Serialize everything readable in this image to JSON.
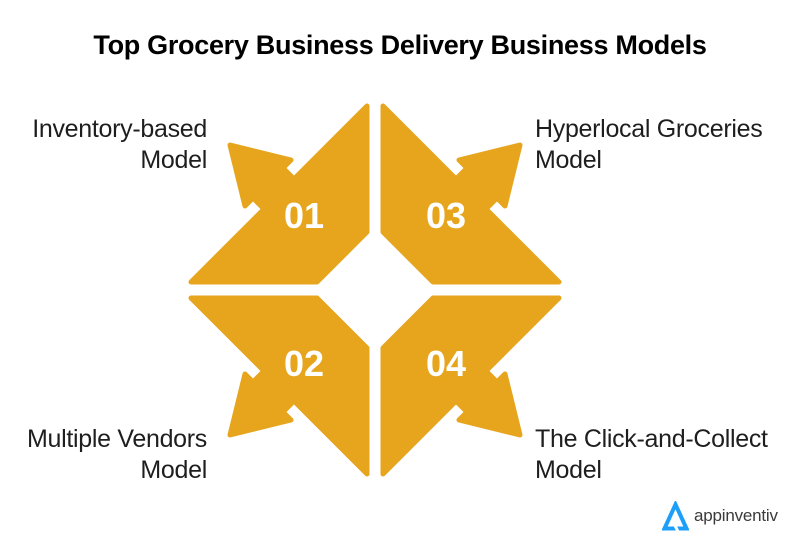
{
  "title": "Top Grocery Business Delivery Business Models",
  "diagram": {
    "arrow_color": "#E6A51C",
    "number_color": "#FFFFFF",
    "items": [
      {
        "number": "01",
        "position": "top-left",
        "line1": "Inventory-based",
        "line2": "Model"
      },
      {
        "number": "02",
        "position": "bottom-left",
        "line1": "Multiple Vendors",
        "line2": "Model"
      },
      {
        "number": "03",
        "position": "top-right",
        "line1": "Hyperlocal Groceries",
        "line2": "Model"
      },
      {
        "number": "04",
        "position": "bottom-right",
        "line1": "The Click-and-Collect",
        "line2": "Model"
      }
    ]
  },
  "footer": {
    "brand_name": "appinventiv",
    "brand_blue": "#1C9EF9",
    "brand_text_color": "#3A3A3A"
  }
}
